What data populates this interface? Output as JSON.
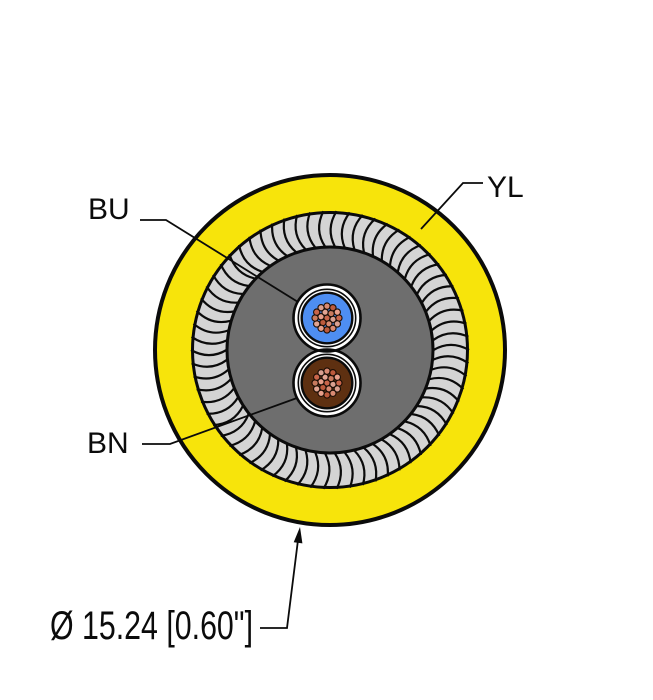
{
  "diagram": {
    "title": "cable-cross-section",
    "labels": {
      "wire_blue": "BU",
      "wire_brown": "BN",
      "jacket": "YL",
      "dimension": "Ø 15.24 [0.60\"]"
    },
    "colors": {
      "jacket_yellow": "#f7e40b",
      "shield_braid_gray": "#d4d4d4",
      "filler_gray": "#6e6e6e",
      "wire_blue": "#4e8ef2",
      "wire_brown": "#5e3011",
      "wrap_white": "#ffffff",
      "outline_black": "#0b0b0b",
      "strand_outline": "#1a0d05",
      "strand_palette": [
        "#d98a72",
        "#c9654a",
        "#e3a492",
        "#bc5a3c",
        "#daa090",
        "#c87a5e",
        "#e89f8a"
      ]
    }
  }
}
